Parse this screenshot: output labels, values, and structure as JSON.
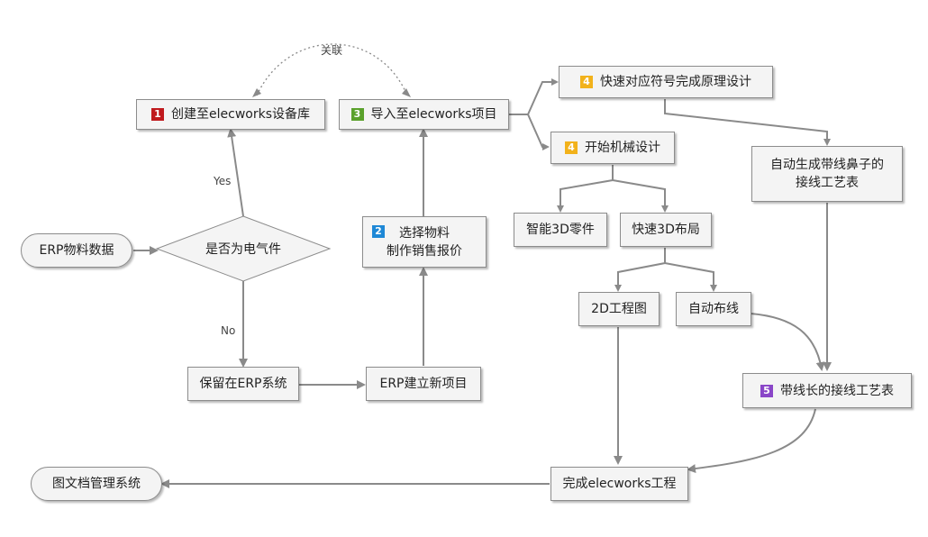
{
  "colors": {
    "badge_1": "#c0191d",
    "badge_2": "#1e88d6",
    "badge_3": "#5aa12b",
    "badge_4": "#f2b21b",
    "badge_5": "#8a46c8",
    "line": "#8a8a8a",
    "node_fill": "#f4f4f4"
  },
  "nodes": {
    "erp_data": "ERP物料数据",
    "is_electrical": "是否为电气件",
    "create_library": {
      "badge": "1",
      "label": "创建至elecworks设备库"
    },
    "keep_erp": "保留在ERP系统",
    "erp_new_project": "ERP建立新项目",
    "select_material": {
      "badge": "2",
      "line1": "选择物料",
      "line2": "制作销售报价"
    },
    "import_project": {
      "badge": "3",
      "label": "导入至elecworks项目"
    },
    "schematic_design": {
      "badge": "4",
      "label": "快速对应符号完成原理设计"
    },
    "mechanical_design": {
      "badge": "4",
      "label": "开始机械设计"
    },
    "smart_3d_parts": "智能3D零件",
    "quick_3d_layout": "快速3D布局",
    "drawing_2d": "2D工程图",
    "auto_wiring": "自动布线",
    "auto_wire_table": {
      "line1": "自动生成带线鼻子的",
      "line2": "接线工艺表"
    },
    "wire_length_table": {
      "badge": "5",
      "label": "带线长的接线工艺表"
    },
    "finish_project": "完成elecworks工程",
    "doc_management": "图文档管理系统"
  },
  "labels": {
    "yes": "Yes",
    "no": "No",
    "relation": "关联"
  }
}
